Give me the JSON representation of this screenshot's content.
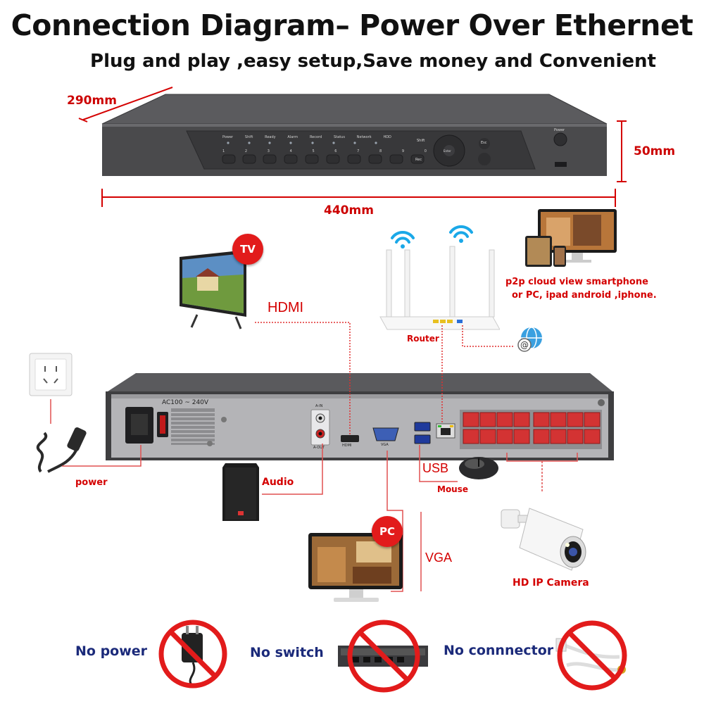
{
  "header": {
    "title": "Connection Diagram– Power Over Ethernet",
    "subtitle": "Plug and play ,easy setup,Save money and Convenient"
  },
  "dimensions": {
    "depth": "290mm",
    "height": "50mm",
    "width": "440mm"
  },
  "front_panel": {
    "indicators": [
      "Power",
      "Shift",
      "Ready",
      "Alarm",
      "Record",
      "Status",
      "Network",
      "HDD"
    ],
    "buttons": [
      "1",
      "2",
      "3",
      "4",
      "5",
      "6",
      "7",
      "8",
      "9",
      "0"
    ],
    "shift_label": "Shift",
    "rec_label": "Rec",
    "enter_label": "Enter",
    "esc_label": "Esc",
    "power_label": "Power"
  },
  "rear_panel": {
    "psu_label": "AC100 ~ 240V",
    "audio_in_label": "A-IN",
    "audio_out_label": "A-OUT",
    "hdmi_port_label": "HDMI",
    "vga_port_label": "VGA"
  },
  "connections": {
    "tv_badge": "TV",
    "hdmi": "HDMI",
    "router": "Router",
    "p2p_line1": "p2p cloud  view smartphone",
    "p2p_line2": "or PC, ipad android ,iphone.",
    "power": "power",
    "audio": "Audio",
    "usb": "USB",
    "mouse": "Mouse",
    "pc_badge": "PC",
    "vga": "VGA",
    "camera": "HD IP Camera"
  },
  "not_needed": {
    "no_power": "No power",
    "no_switch": "No switch",
    "no_connector": "No connnector"
  },
  "colors": {
    "accent_red": "#d40000",
    "navy": "#1b2a7a",
    "chassis": "#4a4a4c",
    "poe_ports": "#d33333"
  }
}
